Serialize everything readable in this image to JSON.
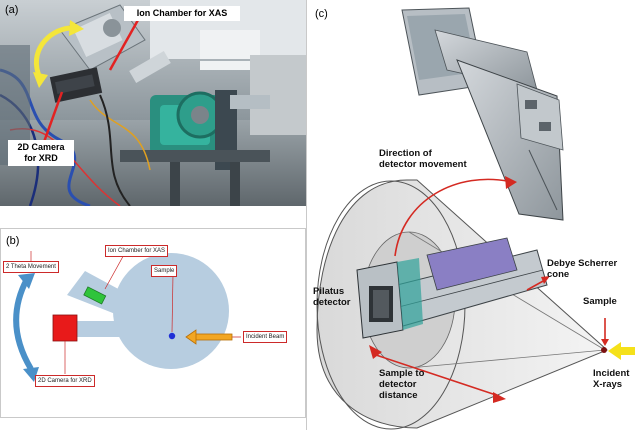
{
  "panel_a": {
    "label": "(a)",
    "callouts": {
      "ion_chamber": "Ion Chamber for XAS",
      "camera_line1": "2D Camera",
      "camera_line2": "for XRD"
    }
  },
  "panel_b": {
    "label": "(b)",
    "callouts": {
      "ion_chamber": "Ion Chamber for XAS",
      "sample": "Sample",
      "two_theta": "2 Theta Movement",
      "incident_beam": "Incident Beam",
      "camera": "2D Camera for XRD"
    },
    "colors": {
      "body": "#b7cde0",
      "camera": "#e81a1a",
      "ion_chamber": "#2fc43b",
      "sample": "#1f2fd6",
      "arrow": "#4a90c8",
      "beam": "#f2a623"
    }
  },
  "panel_c": {
    "label": "(c)",
    "annotations": {
      "direction_line1": "Direction of",
      "direction_line2": "detector movement",
      "debye_line1": "Debye Scherrer",
      "debye_line2": "cone",
      "pilatus_line1": "Pilatus",
      "pilatus_line2": "detector",
      "sample": "Sample",
      "distance_line1": "Sample to",
      "distance_line2": "detector",
      "distance_line3": "distance",
      "incident_line1": "Incident",
      "incident_line2": "X-rays"
    },
    "colors": {
      "arrows": "#d42a22",
      "xray": "#f5e11a",
      "cone": "#e6e6e6"
    }
  }
}
